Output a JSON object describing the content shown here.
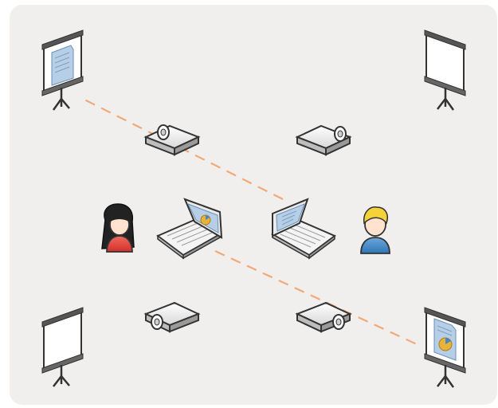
{
  "diagram": {
    "nodes": [
      {
        "id": "screen-top-left",
        "kind": "projection-screen",
        "content": "document"
      },
      {
        "id": "screen-top-right",
        "kind": "projection-screen",
        "content": "blank"
      },
      {
        "id": "screen-bottom-left",
        "kind": "projection-screen",
        "content": "blank"
      },
      {
        "id": "screen-bottom-right",
        "kind": "projection-screen",
        "content": "document-with-chart"
      },
      {
        "id": "projector-top-left",
        "kind": "projector"
      },
      {
        "id": "projector-top-right",
        "kind": "projector"
      },
      {
        "id": "projector-bottom-left",
        "kind": "projector"
      },
      {
        "id": "projector-bottom-right",
        "kind": "projector"
      },
      {
        "id": "laptop-left",
        "kind": "laptop",
        "content": "chart"
      },
      {
        "id": "laptop-right",
        "kind": "laptop",
        "content": "document"
      },
      {
        "id": "person-woman",
        "kind": "user"
      },
      {
        "id": "person-man",
        "kind": "user"
      }
    ],
    "links": [
      {
        "from": "laptop-right",
        "to": "screen-top-left",
        "style": "dashed"
      },
      {
        "from": "laptop-left",
        "to": "screen-bottom-right",
        "style": "dashed"
      }
    ],
    "colors": {
      "background": "#f0efee",
      "link": "#f2a877",
      "outline": "#333333",
      "woman_shirt": "#e2413a",
      "man_shirt": "#3d86c6",
      "hair_blond": "#f3d23a",
      "hair_dark": "#222222",
      "doc_blue": "#b7cfe6",
      "chart_gold": "#e8b33a"
    }
  }
}
